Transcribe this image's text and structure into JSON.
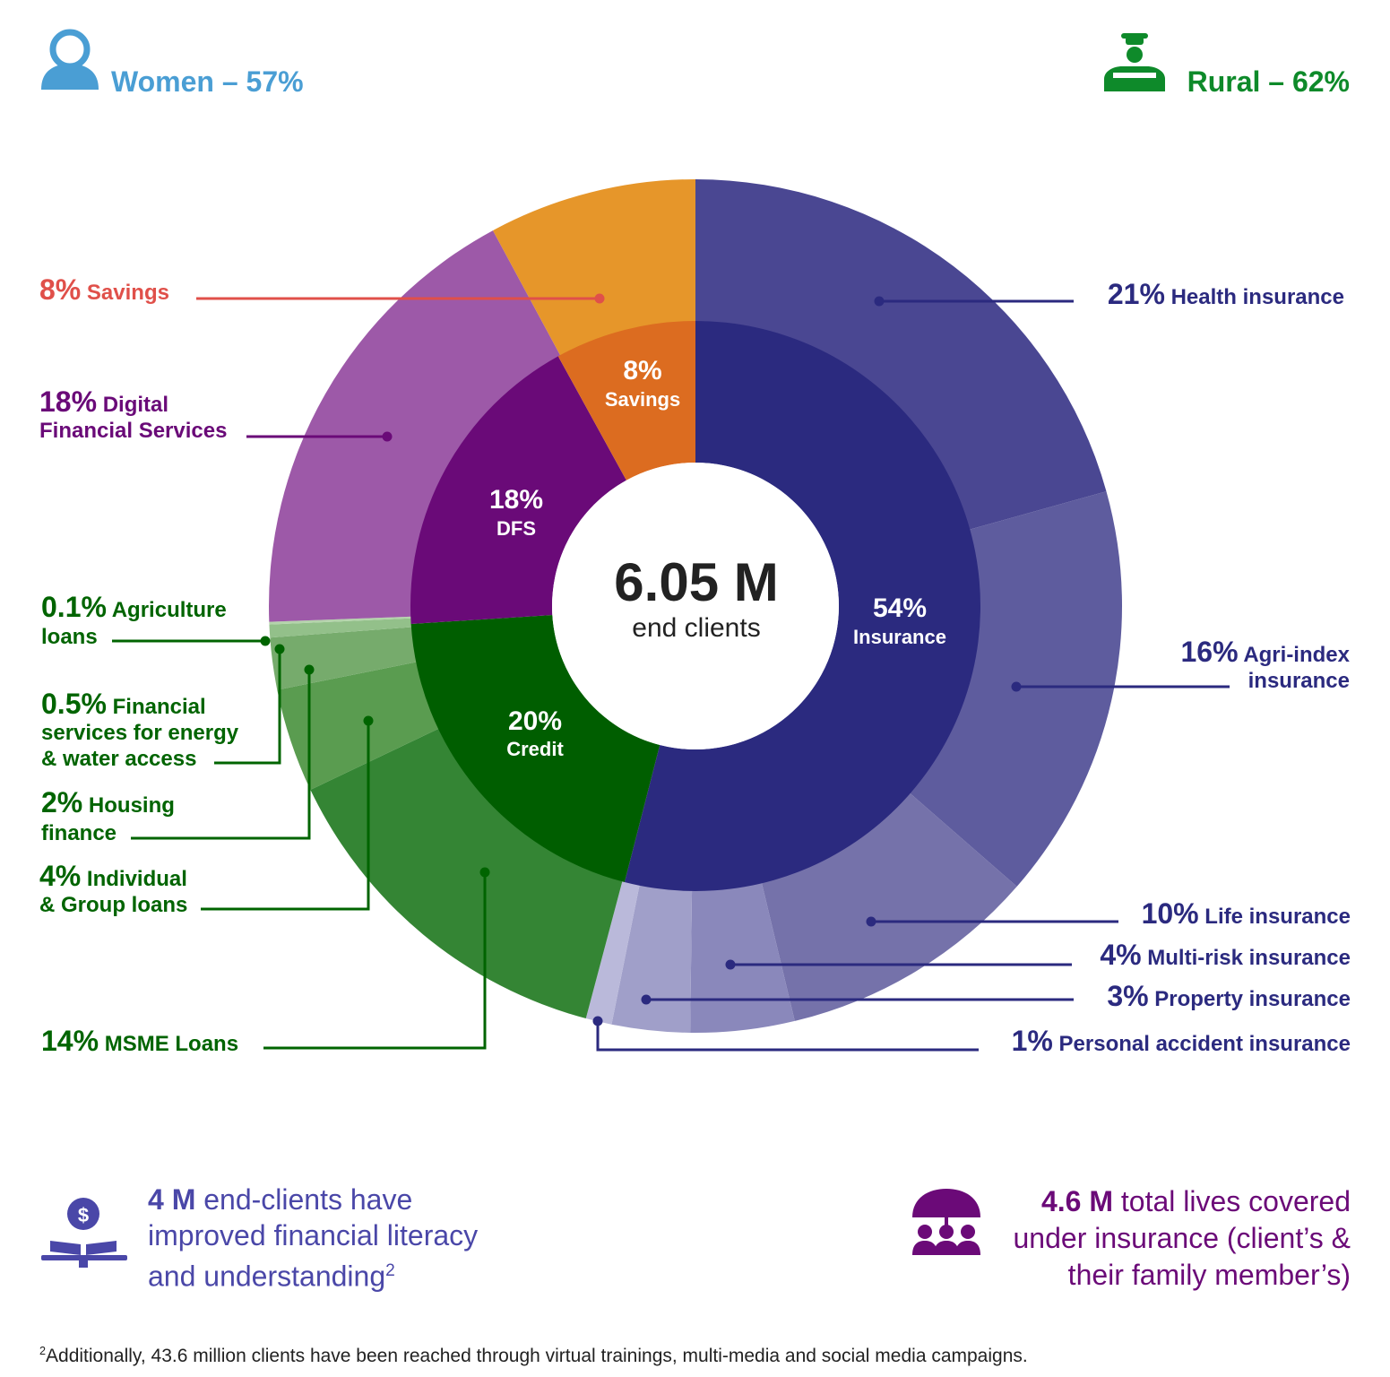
{
  "chart_data": {
    "type": "pie",
    "center": {
      "value": "6.05 M",
      "label": "end clients"
    },
    "inner_ring": [
      {
        "name": "Insurance",
        "value": 54,
        "pct_label": "54%",
        "label": "Insurance",
        "color": "#2b2a7f"
      },
      {
        "name": "Credit",
        "value": 20,
        "pct_label": "20%",
        "label": "Credit",
        "color": "#005e00"
      },
      {
        "name": "DFS",
        "value": 18,
        "pct_label": "18%",
        "label": "DFS",
        "color": "#6a0a78"
      },
      {
        "name": "Savings",
        "value": 8,
        "pct_label": "8%",
        "label": "Savings",
        "color": "#dc6c20"
      }
    ],
    "outer_ring": [
      {
        "group": "Insurance",
        "pct": "21%",
        "name": "Health insurance",
        "value": 21,
        "color": "#4a4792"
      },
      {
        "group": "Insurance",
        "pct": "16%",
        "name": "Agri-index insurance",
        "value": 16,
        "color": "#5e5c9e"
      },
      {
        "group": "Insurance",
        "pct": "10%",
        "name": "Life insurance",
        "value": 10,
        "color": "#7572aa"
      },
      {
        "group": "Insurance",
        "pct": "4%",
        "name": "Multi-risk insurance",
        "value": 4,
        "color": "#8a88bb"
      },
      {
        "group": "Insurance",
        "pct": "3%",
        "name": "Property insurance",
        "value": 3,
        "color": "#a09fc9"
      },
      {
        "group": "Insurance",
        "pct": "1%",
        "name": "Personal accident insurance",
        "value": 1,
        "color": "#bab9da"
      },
      {
        "group": "Credit",
        "pct": "14%",
        "name": "MSME Loans",
        "value": 14,
        "color": "#348534"
      },
      {
        "group": "Credit",
        "pct": "4%",
        "name": "Individual & Group loans",
        "value": 4,
        "color": "#5a9c50"
      },
      {
        "group": "Credit",
        "pct": "2%",
        "name": "Housing finance",
        "value": 2,
        "color": "#76ab6c"
      },
      {
        "group": "Credit",
        "pct": "0.5%",
        "name": "Financial services for energy & water access",
        "value": 0.5,
        "color": "#93c08a"
      },
      {
        "group": "Credit",
        "pct": "0.1%",
        "name": "Agriculture loans",
        "value": 0.1,
        "color": "#b4d3ab"
      },
      {
        "group": "DFS",
        "pct": "18%",
        "name": "Digital Financial Services",
        "value": 18,
        "color": "#9d59a8"
      },
      {
        "group": "Savings",
        "pct": "8%",
        "name": "Savings",
        "value": 8,
        "color": "#e6962a"
      }
    ],
    "callouts": {
      "health": {
        "pct": "21%",
        "lines": [
          "Health insurance"
        ]
      },
      "agri_index": {
        "pct": "16%",
        "lines": [
          "Agri-index",
          "insurance"
        ]
      },
      "life": {
        "pct": "10%",
        "lines": [
          "Life insurance"
        ]
      },
      "multi_risk": {
        "pct": "4%",
        "lines": [
          "Multi-risk insurance"
        ]
      },
      "property": {
        "pct": "3%",
        "lines": [
          "Property insurance"
        ]
      },
      "personal_accident": {
        "pct": "1%",
        "lines": [
          "Personal accident insurance"
        ]
      },
      "savings": {
        "pct": "8%",
        "lines": [
          "Savings"
        ]
      },
      "dfs": {
        "pct": "18%",
        "lines": [
          "Digital",
          "Financial Services"
        ]
      },
      "agriculture": {
        "pct": "0.1%",
        "lines": [
          "Agriculture",
          "loans"
        ]
      },
      "energy_water": {
        "pct": "0.5%",
        "lines": [
          "Financial",
          "services for energy",
          "& water access"
        ]
      },
      "housing": {
        "pct": "2%",
        "lines": [
          "Housing",
          "finance"
        ]
      },
      "individual_group": {
        "pct": "4%",
        "lines": [
          "Individual",
          "& Group loans"
        ]
      },
      "msme": {
        "pct": "14%",
        "lines": [
          "MSME Loans"
        ]
      }
    }
  },
  "header": {
    "women": {
      "label": "Women – 57%",
      "icon": "woman-avatar-icon",
      "color": "#4a9ed4"
    },
    "rural": {
      "label": "Rural – 62%",
      "icon": "farmer-icon",
      "color": "#0e8a2a"
    }
  },
  "summary": {
    "literacy": {
      "strong": "4 M",
      "text": " end-clients have improved financial literacy and understanding",
      "sup": "2",
      "icon": "book-dollar-icon"
    },
    "insurance": {
      "strong": "4.6 M",
      "text": " total lives covered under insurance (client’s & their family member’s)",
      "icon": "umbrella-family-icon"
    }
  },
  "footnote": {
    "sup": "2",
    "text": "Additionally, 43.6 million clients have been reached through virtual trainings, multi-media and social media campaigns."
  }
}
